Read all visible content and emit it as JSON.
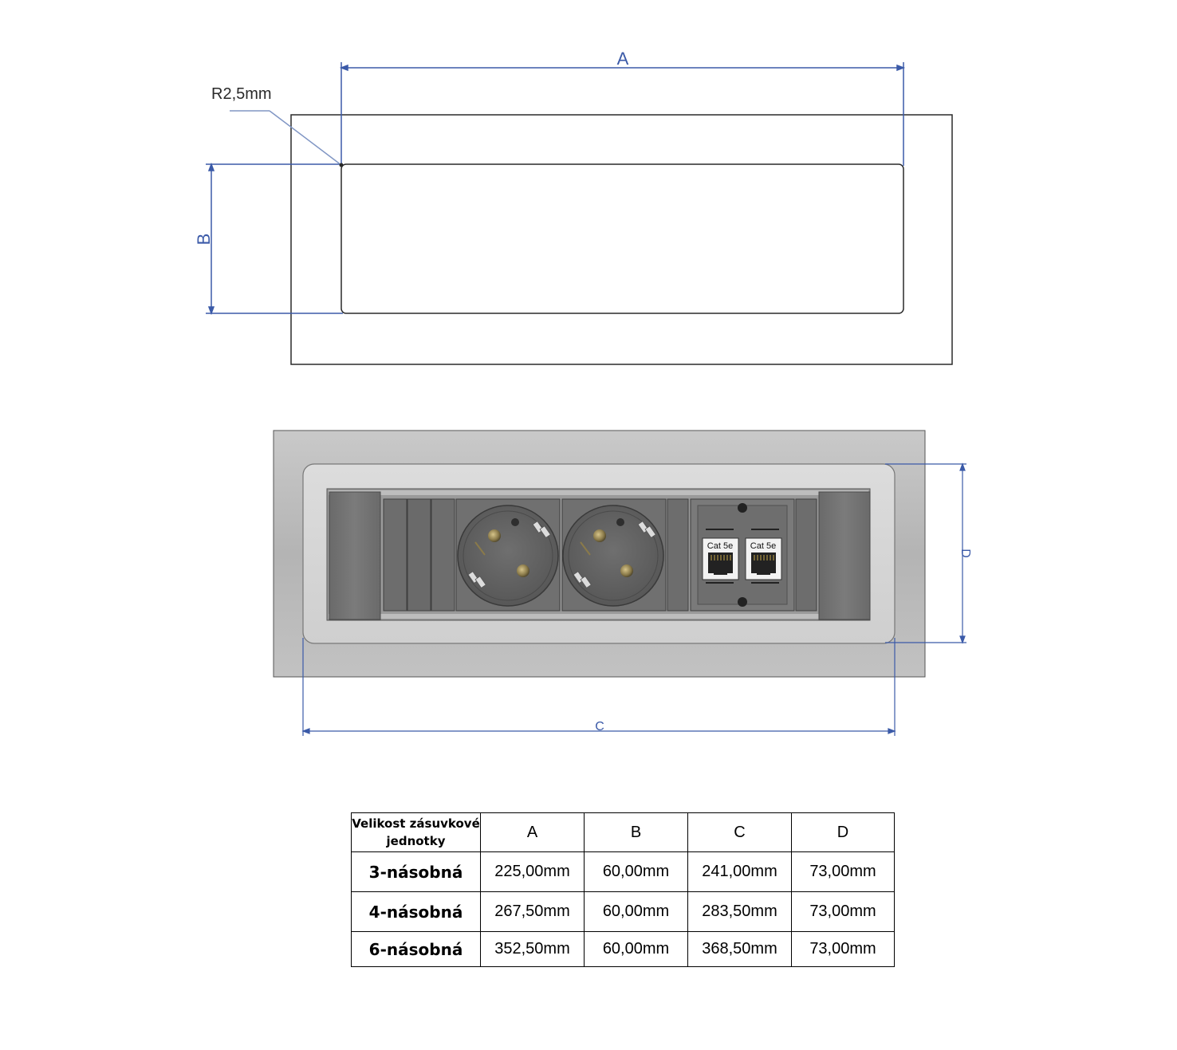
{
  "top_view": {
    "radius_label": "R2,5mm",
    "dim_a": "A",
    "dim_b": "B"
  },
  "front_view": {
    "dim_c": "C",
    "dim_d": "D",
    "sockets": 2,
    "data_ports": [
      {
        "label": "Cat 5e"
      },
      {
        "label": "Cat 5e"
      }
    ]
  },
  "colors": {
    "dimension_line": "#3b5aa8",
    "outline": "#2a2a2a"
  },
  "table": {
    "header": [
      "Velikost zásuvkové jednotky",
      "A",
      "B",
      "C",
      "D"
    ],
    "rows": [
      {
        "label": "3-násobná",
        "A": "225,00mm",
        "B": "60,00mm",
        "C": "241,00mm",
        "D": "73,00mm"
      },
      {
        "label": "4-násobná",
        "A": "267,50mm",
        "B": "60,00mm",
        "C": "283,50mm",
        "D": "73,00mm"
      },
      {
        "label": "6-násobná",
        "A": "352,50mm",
        "B": "60,00mm",
        "C": "368,50mm",
        "D": "73,00mm"
      }
    ]
  }
}
